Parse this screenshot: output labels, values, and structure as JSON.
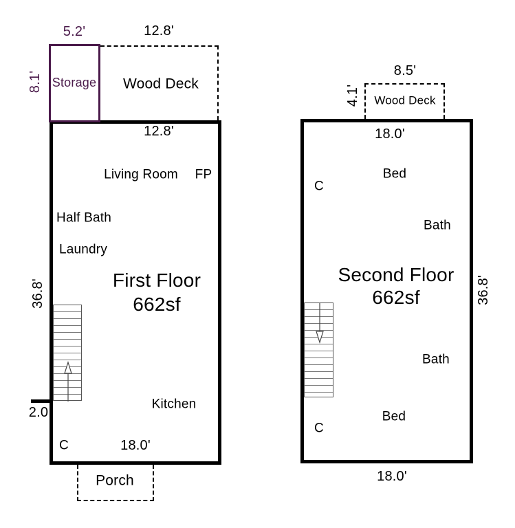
{
  "colors": {
    "wall": "#000000",
    "storage_accent": "#4b1b4b",
    "stair_lines": "#555555"
  },
  "first_floor": {
    "title": "First Floor",
    "area": "662sf",
    "storage": {
      "label": "Storage",
      "width_dim": "5.2'",
      "height_dim": "8.1'"
    },
    "wood_deck": {
      "label": "Wood Deck",
      "width_dim": "12.8'"
    },
    "interior_top_width": "12.8'",
    "rooms": {
      "living_room": "Living Room",
      "fireplace": "FP",
      "half_bath": "Half Bath",
      "laundry": "Laundry",
      "kitchen": "Kitchen",
      "closet": "C"
    },
    "side_height": "36.8'",
    "left_jog": "2.0",
    "bottom_width": "18.0'",
    "porch": {
      "label": "Porch"
    }
  },
  "second_floor": {
    "title": "Second Floor",
    "area": "662sf",
    "wood_deck": {
      "label": "Wood Deck",
      "width_dim": "8.5'",
      "depth_dim": "4.1'"
    },
    "interior_top_width": "18.0'",
    "rooms": {
      "bed_top": "Bed",
      "closet_top": "C",
      "bath_top": "Bath",
      "bath_bottom": "Bath",
      "bed_bottom": "Bed",
      "closet_bottom": "C"
    },
    "side_height": "36.8'",
    "bottom_width": "18.0'"
  }
}
